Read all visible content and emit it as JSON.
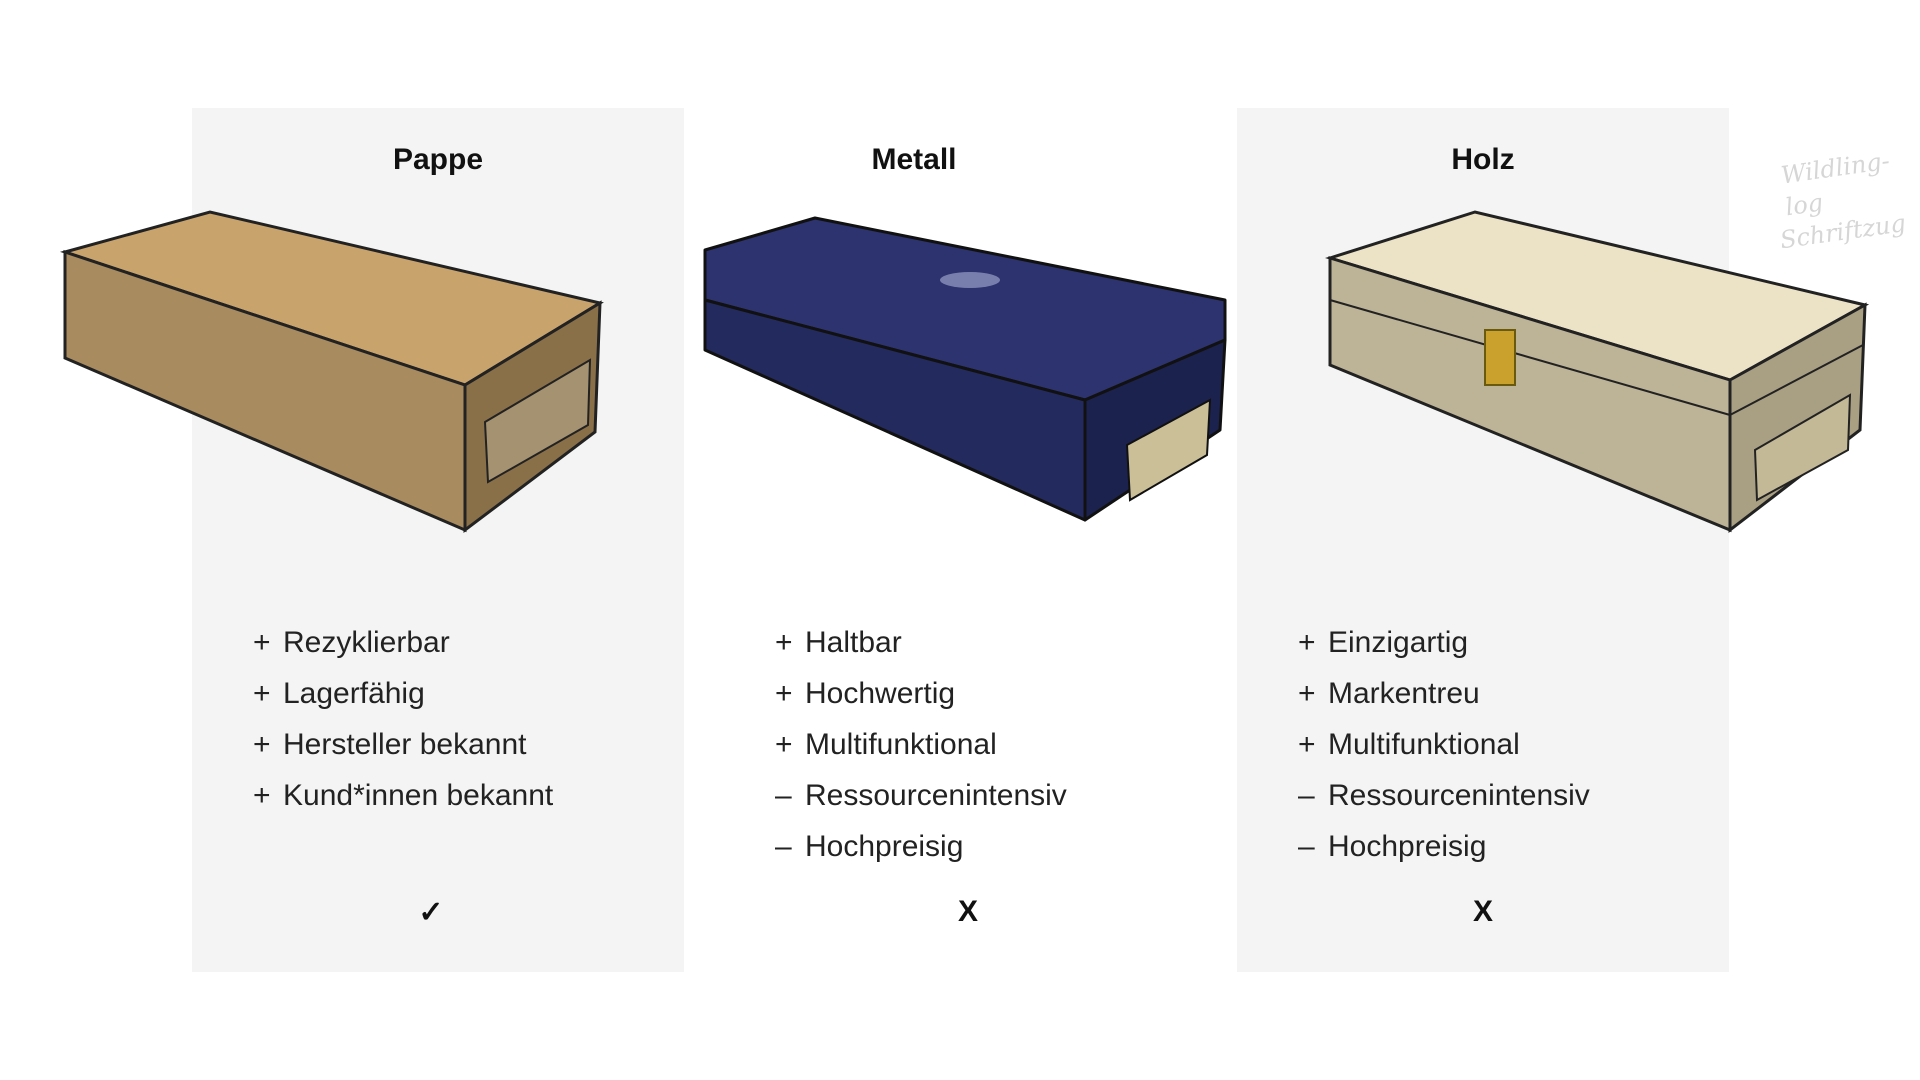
{
  "columns": [
    {
      "title": "Pappe",
      "items": [
        {
          "sign": "+",
          "text": "Rezyklierbar"
        },
        {
          "sign": "+",
          "text": "Lagerfähig"
        },
        {
          "sign": "+",
          "text": "Hersteller bekannt"
        },
        {
          "sign": "+",
          "text": "Kund*innen bekannt"
        }
      ],
      "verdict": "✓"
    },
    {
      "title": "Metall",
      "items": [
        {
          "sign": "+",
          "text": "Haltbar"
        },
        {
          "sign": "+",
          "text": "Hochwertig"
        },
        {
          "sign": "+",
          "text": "Multifunktional"
        },
        {
          "sign": "–",
          "text": "Ressourcenintensiv"
        },
        {
          "sign": "–",
          "text": "Hochpreisig"
        }
      ],
      "verdict": "X"
    },
    {
      "title": "Holz",
      "items": [
        {
          "sign": "+",
          "text": "Einzigartig"
        },
        {
          "sign": "+",
          "text": "Markentreu"
        },
        {
          "sign": "+",
          "text": "Multifunktional"
        },
        {
          "sign": "–",
          "text": "Ressourcenintensiv"
        },
        {
          "sign": "–",
          "text": "Hochpreisig"
        }
      ],
      "verdict": "X"
    }
  ],
  "watermark": [
    "Wildling-log",
    "Schriftzug"
  ],
  "colors": {
    "panel": "#f4f4f4",
    "cardboard": "#a88b5e",
    "metal": "#232a5e",
    "wood": "#d6cdb0"
  }
}
